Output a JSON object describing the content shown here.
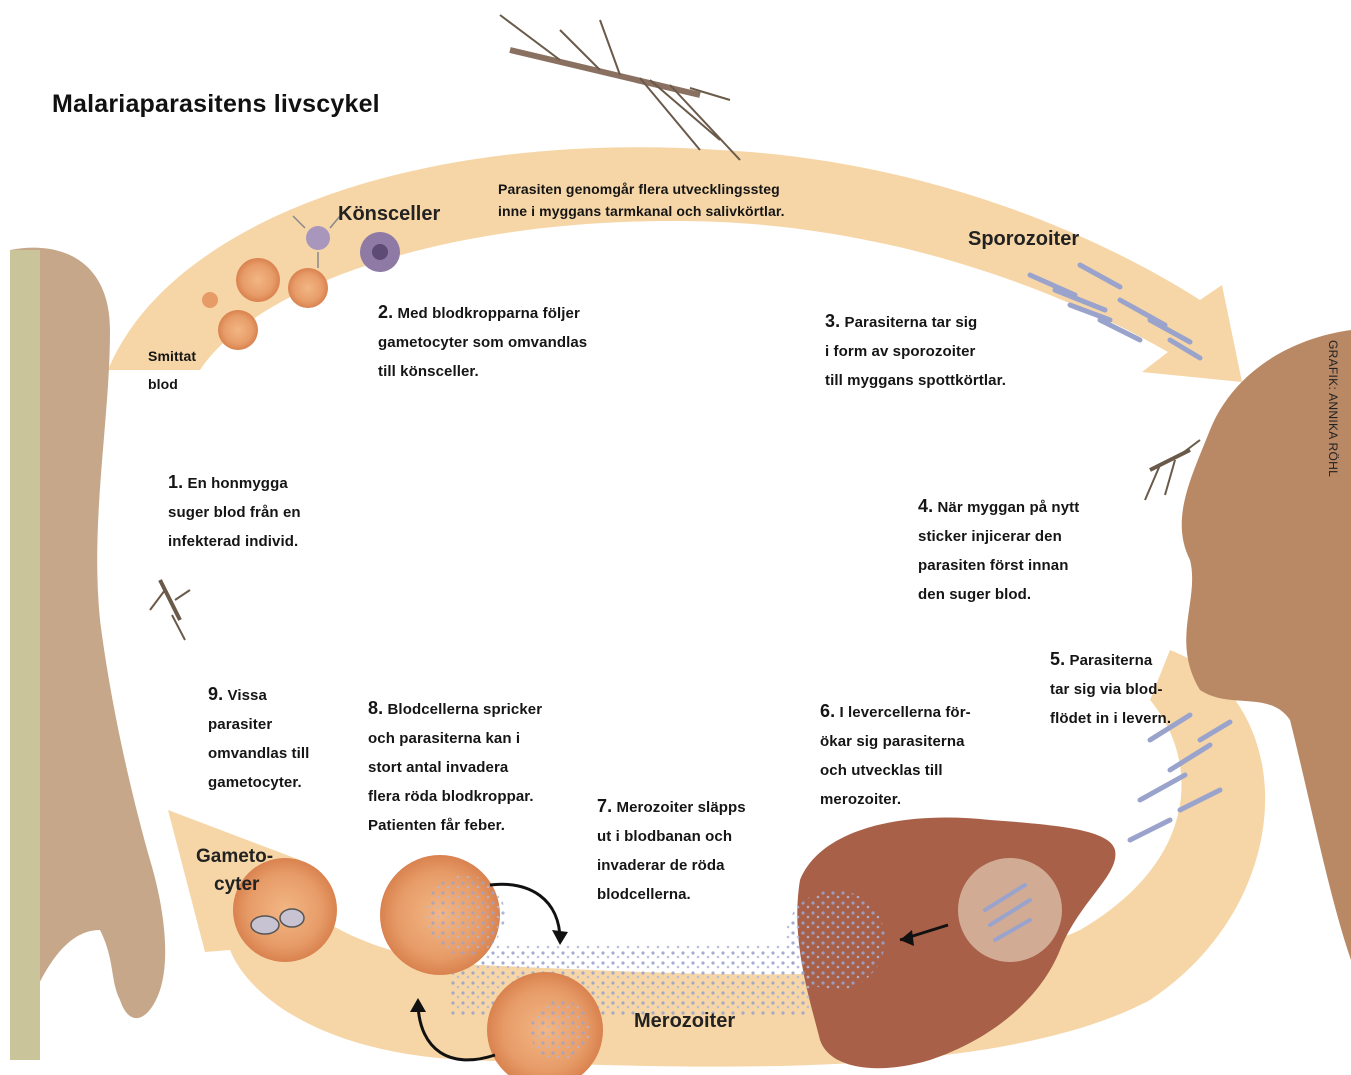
{
  "title": "Malariaparasitens livscykel",
  "credit": "GRAFIK: ANNIKA RÖHL",
  "labels": {
    "konsceller": "Könsceller",
    "sporozoiter": "Sporozoiter",
    "smittat_blod": [
      "Smittat",
      "blod"
    ],
    "gametocyter": [
      "Gameto-",
      "cyter"
    ],
    "merozoiter": "Merozoiter"
  },
  "top_caption": [
    "Parasiten genomgår flera utvecklingssteg",
    "inne i myggans tarmkanal och salivkörtlar."
  ],
  "steps": [
    {
      "num": "1.",
      "lines": [
        "En honmygga",
        "suger blod från en",
        "infekterad individ."
      ]
    },
    {
      "num": "2.",
      "lines": [
        "Med blodkropparna följer",
        "gametocyter som omvandlas",
        "till könsceller."
      ]
    },
    {
      "num": "3.",
      "lines": [
        "Parasiterna tar sig",
        "i form av sporozoiter",
        "till myggans spottkörtlar."
      ]
    },
    {
      "num": "4.",
      "lines": [
        "När myggan på nytt",
        "sticker injicerar den",
        "parasiten först innan",
        "den suger blod."
      ]
    },
    {
      "num": "5.",
      "lines": [
        "Parasiterna",
        "tar sig via blod-",
        "flödet in i levern."
      ]
    },
    {
      "num": "6.",
      "lines": [
        "I levercellerna för-",
        "ökar sig parasiterna",
        "och utvecklas till",
        "merozoiter."
      ]
    },
    {
      "num": "7.",
      "lines": [
        "Merozoiter släpps",
        "ut i blodbanan och",
        "invaderar de röda",
        "blodcellerna."
      ]
    },
    {
      "num": "8.",
      "lines": [
        "Blodcellerna spricker",
        "och parasiterna kan i",
        "stort antal invadera",
        "flera röda blodkroppar.",
        "Patienten får feber."
      ]
    },
    {
      "num": "9.",
      "lines": [
        "Vissa",
        "parasiter",
        "omvandlas till",
        "gametocyter."
      ]
    }
  ],
  "colors": {
    "arrow_band": "#f6d6a6",
    "skin_left": "#c6a789",
    "skin_right": "#b98865",
    "liver": "#a86048",
    "red_cell": "#e79c68",
    "parasite": "#9aa3cc"
  }
}
